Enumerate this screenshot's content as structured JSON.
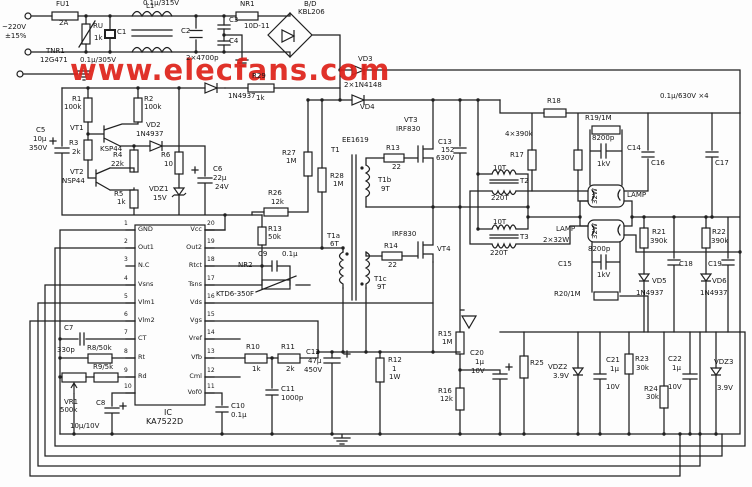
{
  "watermark": {
    "text": "www.elecfans.com",
    "color": "#de2119"
  },
  "input": {
    "mains": "~220V",
    "mains_tol": "±15%",
    "fuse_ref": "FU1",
    "fuse_val": "2A",
    "varistor_ref": "TNR1",
    "varistor_val": "12G471",
    "ru_ref": "RU",
    "ru_val": "1k",
    "c1_ref": "C1",
    "c1_val": "0.1μ/305V",
    "l1_ref": "L1",
    "c2_ref": "C2",
    "c2_val": "0.1μ/315V",
    "c3_ref": "C3",
    "c4_ref": "C4",
    "c34_val": "2×4700p",
    "ntc_ref": "NR1",
    "ntc_val": "10D-11",
    "bridge_ref": "B/D",
    "bridge_val": "KBL206"
  },
  "startup": {
    "r1": "R1",
    "r1v": "100k",
    "r2": "R2",
    "r2v": "100k",
    "vt1": "VT1",
    "vt1v": "KSP44",
    "vt2": "VT2",
    "vt2v": "NSP44",
    "vd1v": "1N4937",
    "vd2": "VD2",
    "vd2v": "1N4937",
    "c5": "C5",
    "c5v1": "10μ",
    "c5v2": "350V",
    "r3": "R3",
    "r3v": "2k",
    "r4": "R4",
    "r4v": "22k",
    "r5": "R5",
    "r5v": "1k",
    "r6": "R6",
    "r6v": "10",
    "vdz1": "VDZ1",
    "vdz1v": "15V",
    "c6": "C6",
    "c6v1": "22μ",
    "c6v2": "24V",
    "r29": "R29",
    "r29v": "1k",
    "vd3": "VD3",
    "vd34v": "2×1N4148",
    "vd4": "VD4"
  },
  "controller": {
    "ic_label": "IC",
    "part": "KA7522D",
    "pins_left": [
      {
        "n": "1",
        "label": "GND"
      },
      {
        "n": "2",
        "label": "Out1"
      },
      {
        "n": "3",
        "label": "N.C"
      },
      {
        "n": "4",
        "label": "Vsns"
      },
      {
        "n": "5",
        "label": "Vlm1"
      },
      {
        "n": "6",
        "label": "Vlm2"
      },
      {
        "n": "7",
        "label": "CT"
      },
      {
        "n": "8",
        "label": "Rt"
      },
      {
        "n": "9",
        "label": "Rd"
      },
      {
        "n": "10",
        "label": ""
      }
    ],
    "pins_right": [
      {
        "n": "20",
        "label": "Vcc"
      },
      {
        "n": "19",
        "label": "Out2"
      },
      {
        "n": "18",
        "label": "Rtct"
      },
      {
        "n": "17",
        "label": "Tsns"
      },
      {
        "n": "16",
        "label": "Vds"
      },
      {
        "n": "15",
        "label": "Vgs"
      },
      {
        "n": "14",
        "label": "Vref"
      },
      {
        "n": "13",
        "label": "Vfb"
      },
      {
        "n": "12",
        "label": "Cml"
      },
      {
        "n": "11",
        "label": "Vof0"
      }
    ],
    "r50k": "R13",
    "r50kv": "50k",
    "nr2": "NR2",
    "nr2v": "KTD6-350F",
    "c9": "C9",
    "c9v": "0.1μ",
    "r10": "R10",
    "r10v": "1k",
    "r11": "R11",
    "r11v": "2k",
    "c11": "C11",
    "c11v": "1000p",
    "c10": "C10",
    "c10v": "0.1μ",
    "c7": "C7",
    "c7v": "330p",
    "r8": "R8/50k",
    "r9": "R9/5k",
    "vr1": "VR1",
    "vr1v": "500k",
    "c8": "C8",
    "c8v": "10μ/10V",
    "c12": "C12",
    "c12v1": "47μ",
    "c12v2": "450V",
    "r12": "R12",
    "r12v1": "1",
    "r12v2": "1W"
  },
  "half_bridge": {
    "r26": "R26",
    "r26v": "12k",
    "r27": "R27",
    "r27v": "1M",
    "r28": "R28",
    "r28v": "1M",
    "t1": "T1",
    "core": "EE1619",
    "t1b": "T1b",
    "t1bv": "9T",
    "t1a": "T1a",
    "t1av": "6T",
    "t1c": "T1c",
    "t1cv": "9T",
    "vt3": "VT3",
    "vt3v": "IRF830",
    "r13": "R13",
    "r13v": "22",
    "vt4": "VT4",
    "vt4v": "IRF830",
    "r14": "R14",
    "r14v": "22",
    "c13": "C13",
    "c13v1": "152",
    "c13v2": "630V"
  },
  "output": {
    "t2_pri": "10T",
    "t2": "T2",
    "t2_sec": "220T",
    "t3_pri": "10T",
    "t3": "T3",
    "t3_sec": "220T",
    "group390": "4×390k",
    "r17": "R17",
    "r18": "R18",
    "bus_caps": "0.1μ/630V ×4",
    "r19": "R19/1M",
    "c14v1": "8200p",
    "c14v2": "1kV",
    "c14": "C14",
    "c15": "C15",
    "c15v1": "8200p",
    "c15v2": "1kV",
    "r20": "R20/1M",
    "c16": "C16",
    "c17": "C17",
    "c18": "C18",
    "c19": "C19",
    "lamp1": "LAMP",
    "lamp2": "LAMP",
    "lamp_power": "2×32W",
    "lamp1_w": "32W",
    "lamp2_w": "32W",
    "r21": "R21",
    "r21v": "390k",
    "r22": "R22",
    "r22v": "390k",
    "vd5": "VD5",
    "vd5v": "1N4937",
    "vd6": "VD6",
    "vd6v": "1N4937"
  },
  "feedback": {
    "r15": "R15",
    "r15v": "1M",
    "r16": "R16",
    "r16v": "12k",
    "c20": "C20",
    "c20v1": "1μ",
    "c20v2": "10V",
    "r25": "R25",
    "vdz2": "VDZ2",
    "vdz2v": "3.9V",
    "c21": "C21",
    "c21v1": "1μ",
    "c21v2": "10V",
    "r23": "R23",
    "r23v": "30k",
    "r24": "R24",
    "r24v": "30k",
    "c22": "C22",
    "c22v1": "1μ",
    "c22v2": "10V",
    "vdz3": "VDZ3",
    "vdz3v": "3.9V"
  }
}
